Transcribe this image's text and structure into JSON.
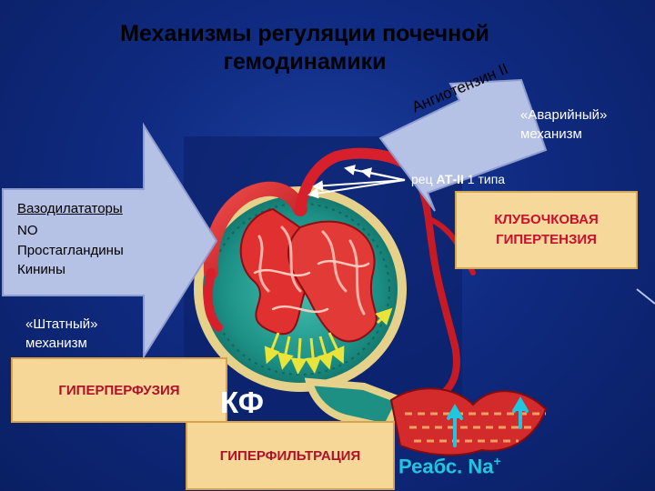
{
  "title": {
    "line1": "Механизмы регуляции почечной",
    "line2": "гемодинамики"
  },
  "angiotensin_arrow": {
    "label": "Ангиотензин II"
  },
  "emergency_mechanism": {
    "line1": "«Аварийный»",
    "line2": "механизм"
  },
  "receptor_label": {
    "prefix": "рец",
    "bold": "АТ-II",
    "suffix": "1 типа"
  },
  "vasodilators": {
    "heading": "Вазодилататоры",
    "items": [
      "NO",
      "Простагландины",
      "Кинины"
    ]
  },
  "regular_mechanism": {
    "line1": "«Штатный»",
    "line2": "механизм"
  },
  "glomerular_hypertension": {
    "line1": "КЛУБОЧКОВАЯ",
    "line2": "ГИПЕРТЕНЗИЯ"
  },
  "hyperperfusion": {
    "label": "ГИПЕРПЕРФУЗИЯ"
  },
  "hyperfiltration": {
    "label": "ГИПЕРФИЛЬТРАЦИЯ"
  },
  "gfr_label": "КФ",
  "reabsorption": {
    "text": "Реабс. Na",
    "sup": "+"
  },
  "colors": {
    "background": "#0f2a80",
    "arrow_fill": "#b6c1e6",
    "highlight_box": "#f5d89a",
    "alert_text": "#c8102e",
    "vessel_red": "#d8202c",
    "capsule_teal": "#1f9e8f",
    "filtration_arrows": "#e9e33a",
    "reabsorption_arrows": "#1ec7df"
  },
  "icons": [
    "large-right-arrow-icon",
    "angled-arrow-icon",
    "glomerulus-illustration",
    "filtration-arrow-icon",
    "reabsorption-arrow-icon"
  ]
}
